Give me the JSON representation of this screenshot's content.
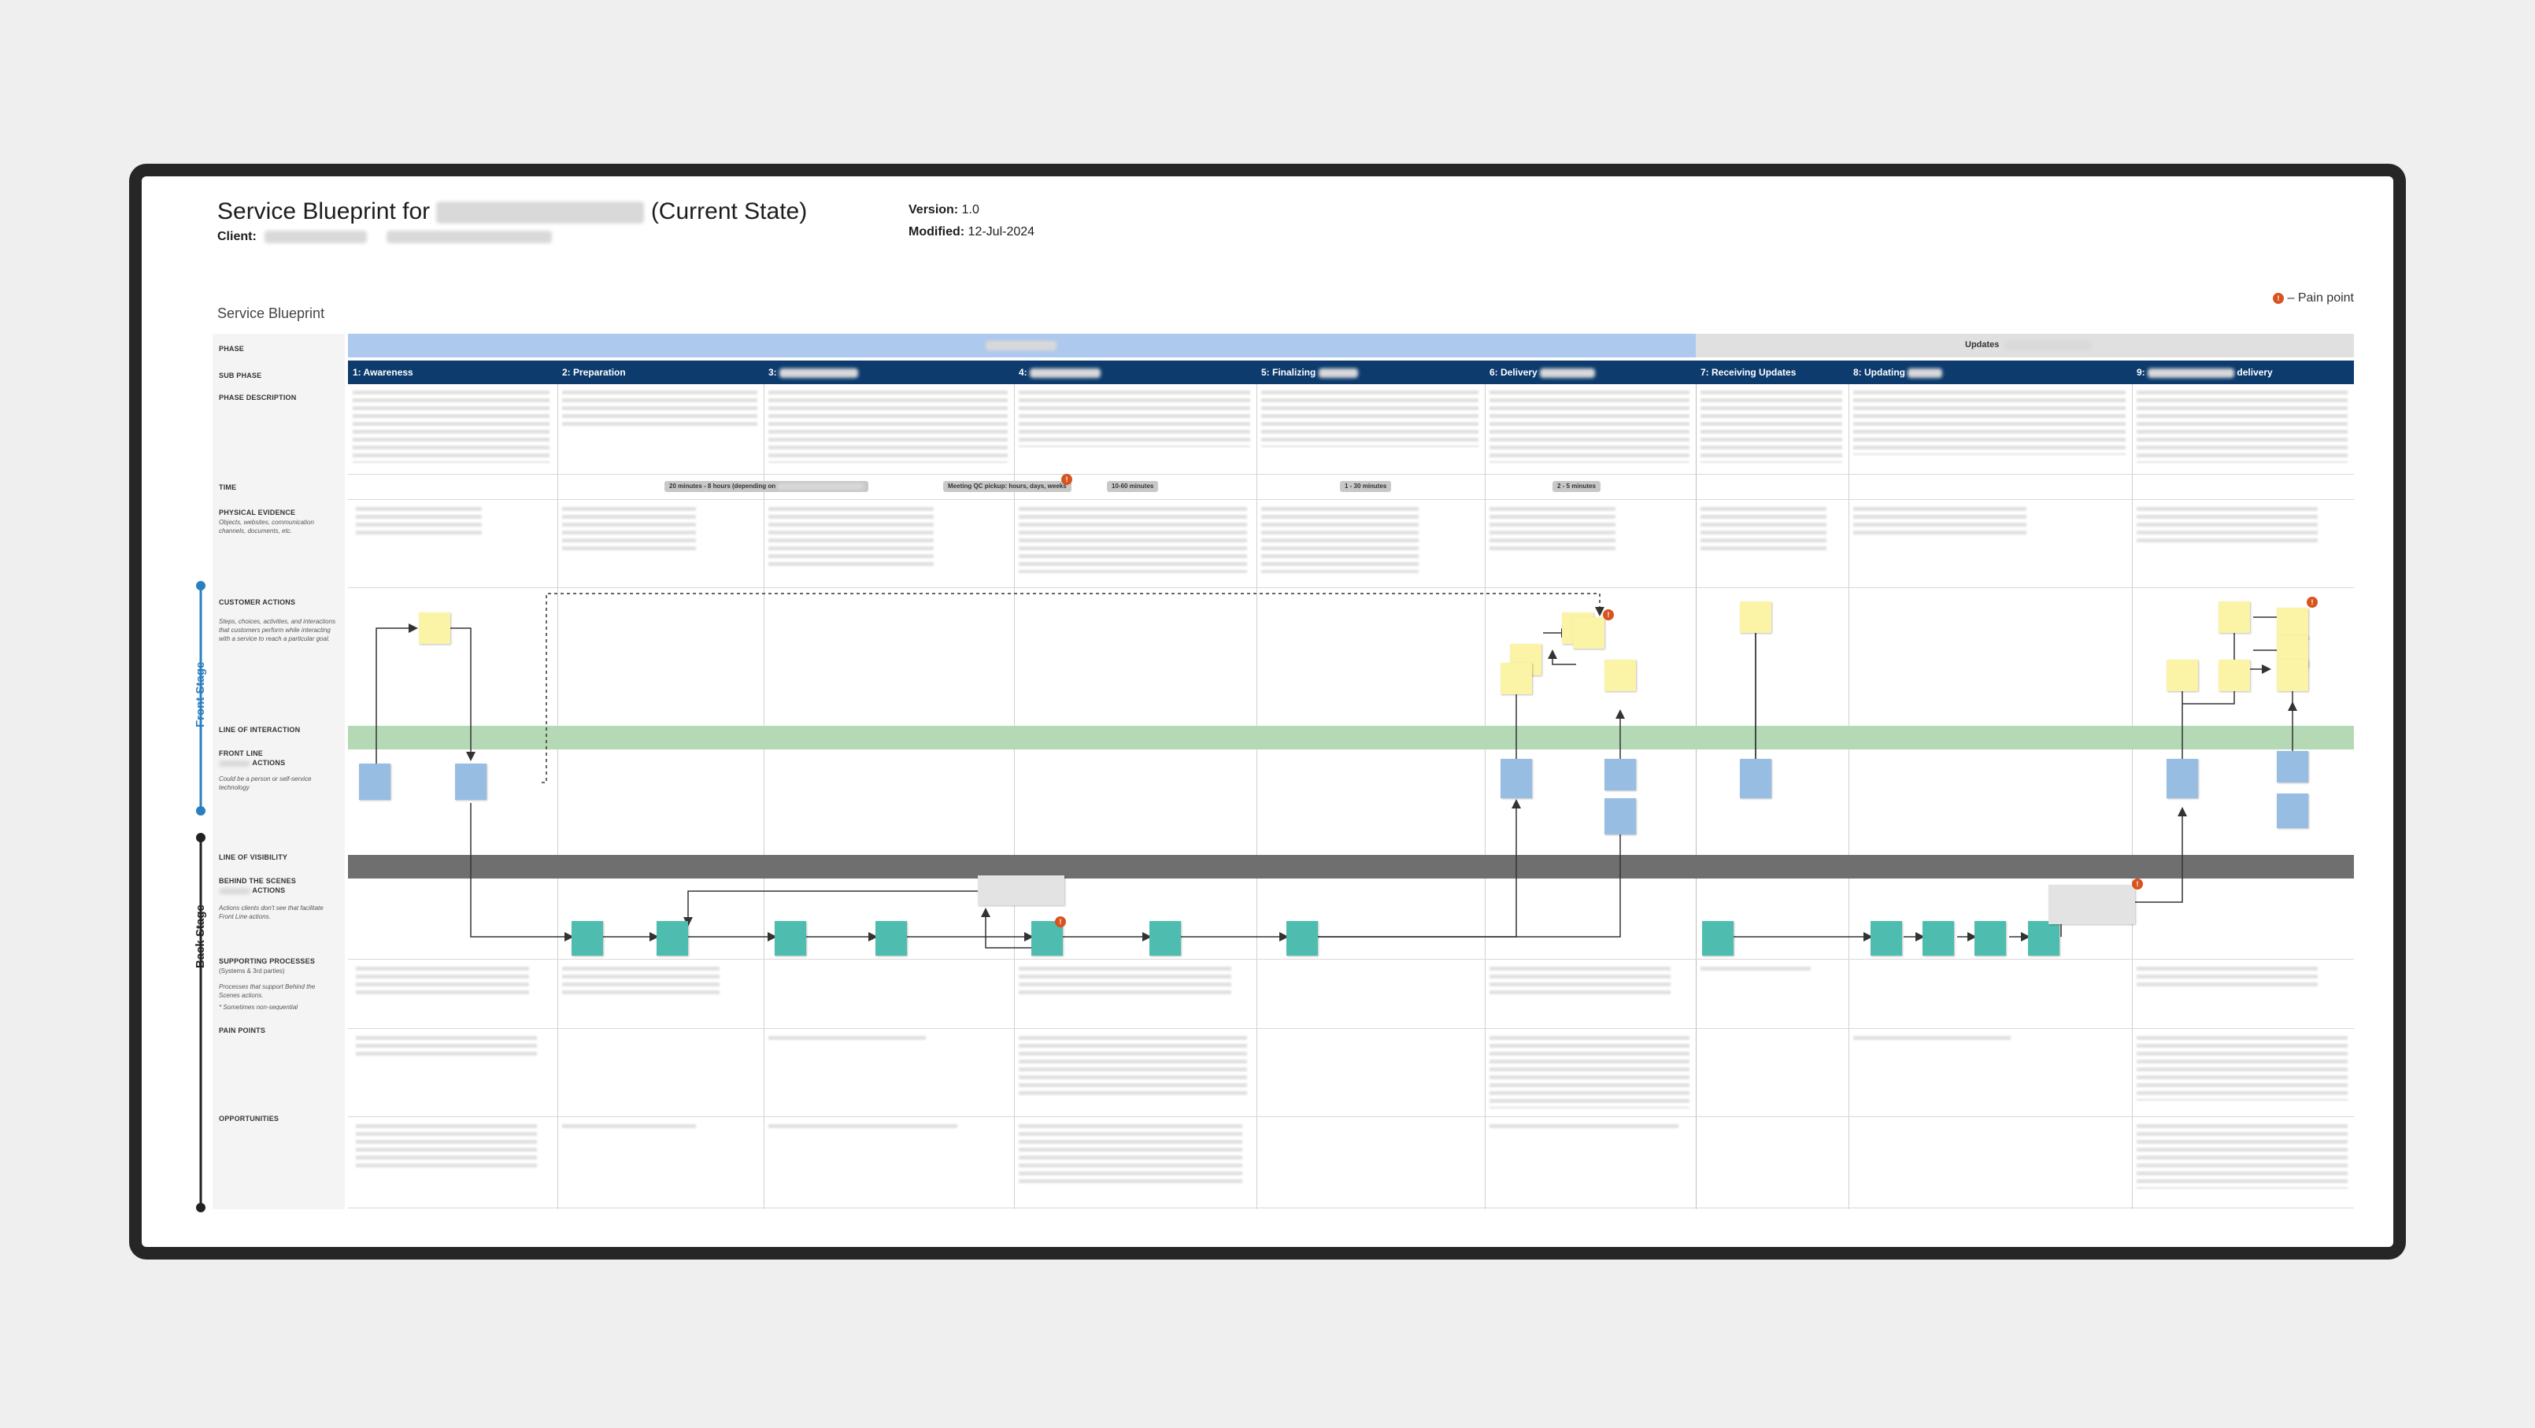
{
  "header": {
    "title_prefix": "Service Blueprint for",
    "title_suffix": "(Current State)",
    "client_label": "Client:",
    "version_label": "Version:",
    "version_value": "1.0",
    "modified_label": "Modified:",
    "modified_value": "12-Jul-2024"
  },
  "section_title": "Service Blueprint",
  "legend": {
    "icon": "pain-point-icon",
    "label": "– Pain point"
  },
  "rows": {
    "phase": "PHASE",
    "sub_phase": "SUB PHASE",
    "phase_description": "PHASE DESCRIPTION",
    "time": "TIME",
    "physical_evidence": "PHYSICAL EVIDENCE",
    "physical_evidence_desc": "Objects, websites, communication channels, documents, etc.",
    "customer_actions": "CUSTOMER ACTIONS",
    "customer_actions_desc": "Steps, choices, activities, and interactions that customers perform while interacting with a service to reach a particular goal.",
    "line_of_interaction": "LINE OF INTERACTION",
    "front_line": "FRONT LINE",
    "front_line_suffix": "ACTIONS",
    "front_line_desc": "Could be a person or self-service technology",
    "line_of_visibility": "LINE OF VISIBILITY",
    "behind_the_scenes": "BEHIND THE SCENES",
    "behind_the_scenes_suffix": "ACTIONS",
    "behind_the_scenes_desc": "Actions clients don't see that facilitate Front Line actions.",
    "supporting_processes": "SUPPORTING PROCESSES",
    "supporting_processes_sub": "(Systems & 3rd parties)",
    "supporting_processes_desc": "Processes that support Behind the Scenes actions.",
    "supporting_processes_note": "* Sometimes non-sequential",
    "pain_points": "PAIN POINTS",
    "opportunities": "OPPORTUNITIES"
  },
  "stages": {
    "front": "Front Stage",
    "back": "Back Stage"
  },
  "phases": {
    "updates": "Updates"
  },
  "sub_phases": [
    "1: Awareness",
    "2: Preparation",
    "3:",
    "4:",
    "5: Finalizing",
    "6: Delivery",
    "7: Receiving Updates",
    "8: Updating",
    "9:"
  ],
  "sub_phase_suffix_9": "delivery",
  "times": [
    "20 minutes - 8 hours (depending on",
    "Meeting QC pickup: hours, days, weeks",
    "10-60 minutes",
    "1 - 30 minutes",
    "2 - 5 minutes"
  ],
  "colors": {
    "phase": "#aec9ee",
    "sub_phase": "#0d3b6e",
    "interaction": "#b4d9b4",
    "visibility": "#6f6f6f",
    "customer": "#fbf3a6",
    "front": "#97bde3",
    "back": "#4ebdb0",
    "front_stage": "#2b7fbf"
  }
}
